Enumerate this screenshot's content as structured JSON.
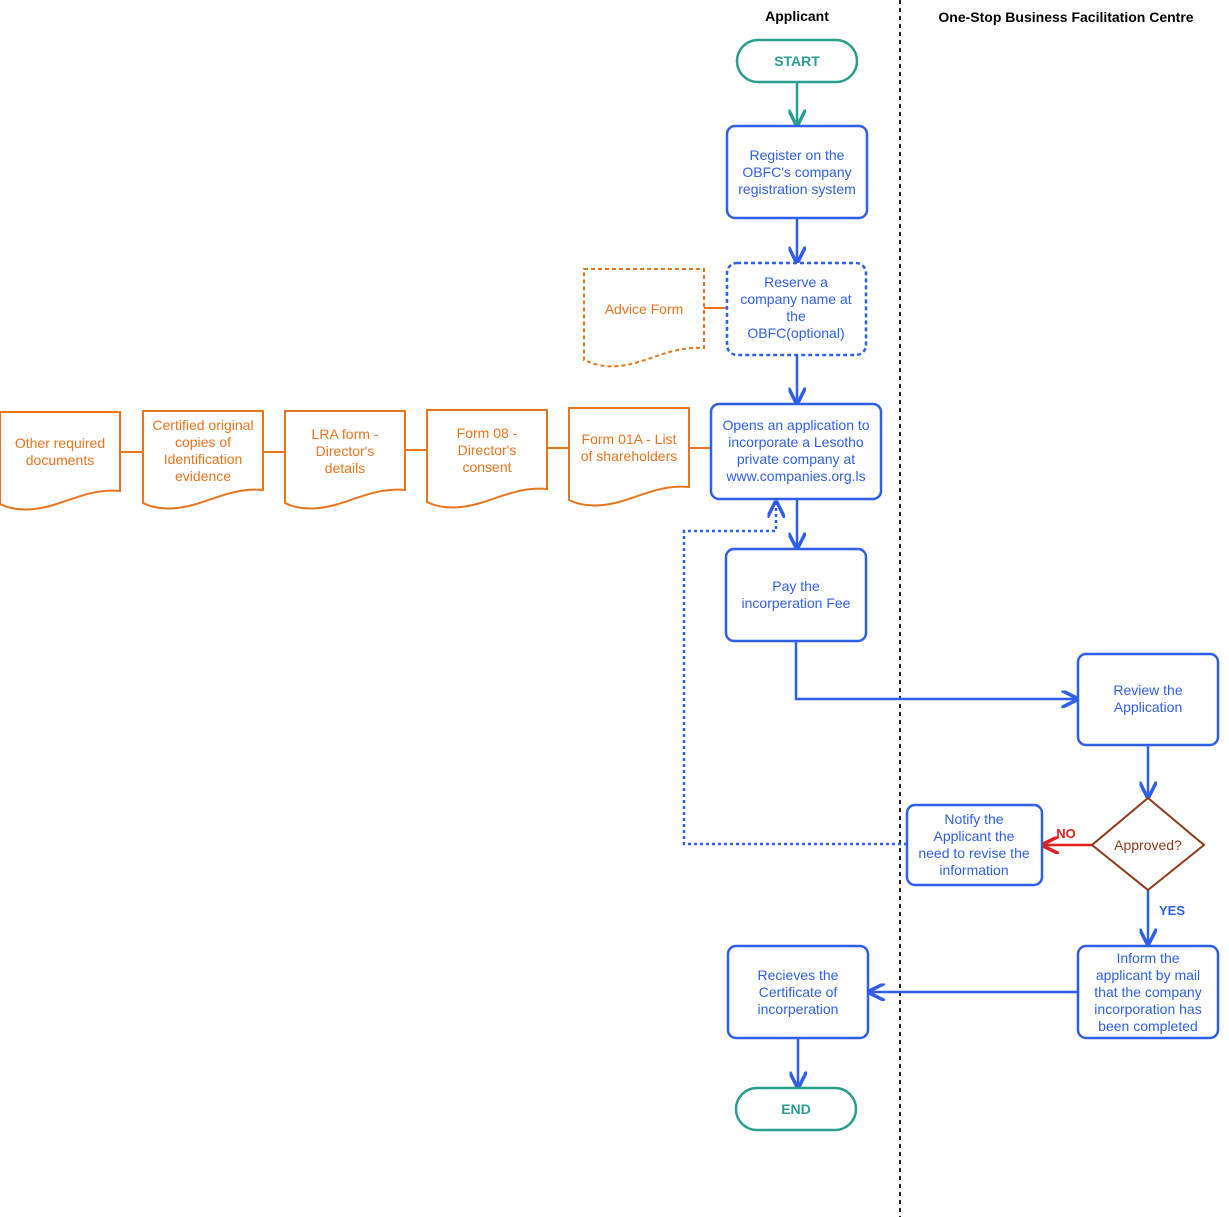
{
  "lanes": {
    "applicant": "Applicant",
    "osbfc": "One-Stop Business Facilitation Centre"
  },
  "nodes": {
    "start": "START",
    "register": [
      "Register on the",
      "OBFC's company",
      "registration system"
    ],
    "reserve": [
      "Reserve a",
      "company name at",
      "the",
      "OBFC(optional)"
    ],
    "advice": [
      "Advice Form"
    ],
    "opens": [
      "Opens an application to",
      "incorporate a Lesotho",
      "private company at",
      "www.companies.org.ls"
    ],
    "pay": [
      "Pay the",
      "incorperation Fee"
    ],
    "review": [
      "Review the",
      "Application"
    ],
    "approved": "Approved?",
    "notify": [
      "Notify the",
      "Applicant the",
      "need to revise the",
      "information"
    ],
    "inform": [
      "Inform the",
      "applicant by mail",
      "that the company",
      "incorporation has",
      "been completed"
    ],
    "receives": [
      "Recieves the",
      "Certificate of",
      "incorperation"
    ],
    "end": "END"
  },
  "documents": {
    "form01a": [
      "Form 01A - List",
      "of shareholders"
    ],
    "form08": [
      "Form 08 -",
      "Director's",
      "consent"
    ],
    "lra": [
      "LRA form -",
      "Director's",
      "details"
    ],
    "certified": [
      "Certified original",
      "copies of",
      "Identification",
      "evidence"
    ],
    "other": [
      "Other required",
      "documents"
    ]
  },
  "edge_labels": {
    "no": "NO",
    "yes": "YES"
  },
  "colors": {
    "process_blue": "#2f5fe8",
    "document_orange": "#e8741e",
    "terminal_teal": "#2a9d8f",
    "decision_brown": "#8b3a1a",
    "no_red": "#e02020"
  }
}
